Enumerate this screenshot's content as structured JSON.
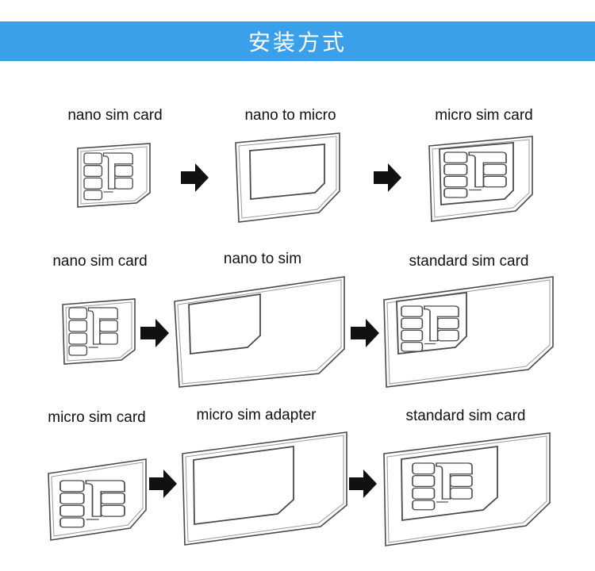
{
  "banner": {
    "title": "安装方式",
    "color": "#3aa0ea"
  },
  "rows": [
    {
      "labels": [
        "nano sim card",
        "nano to micro",
        "micro sim card"
      ]
    },
    {
      "labels": [
        "nano sim card",
        "nano to sim",
        "standard sim card"
      ]
    },
    {
      "labels": [
        "micro sim card",
        "micro sim adapter",
        "standard sim card"
      ]
    }
  ],
  "icons": {
    "arrow": "right-arrow-icon"
  }
}
